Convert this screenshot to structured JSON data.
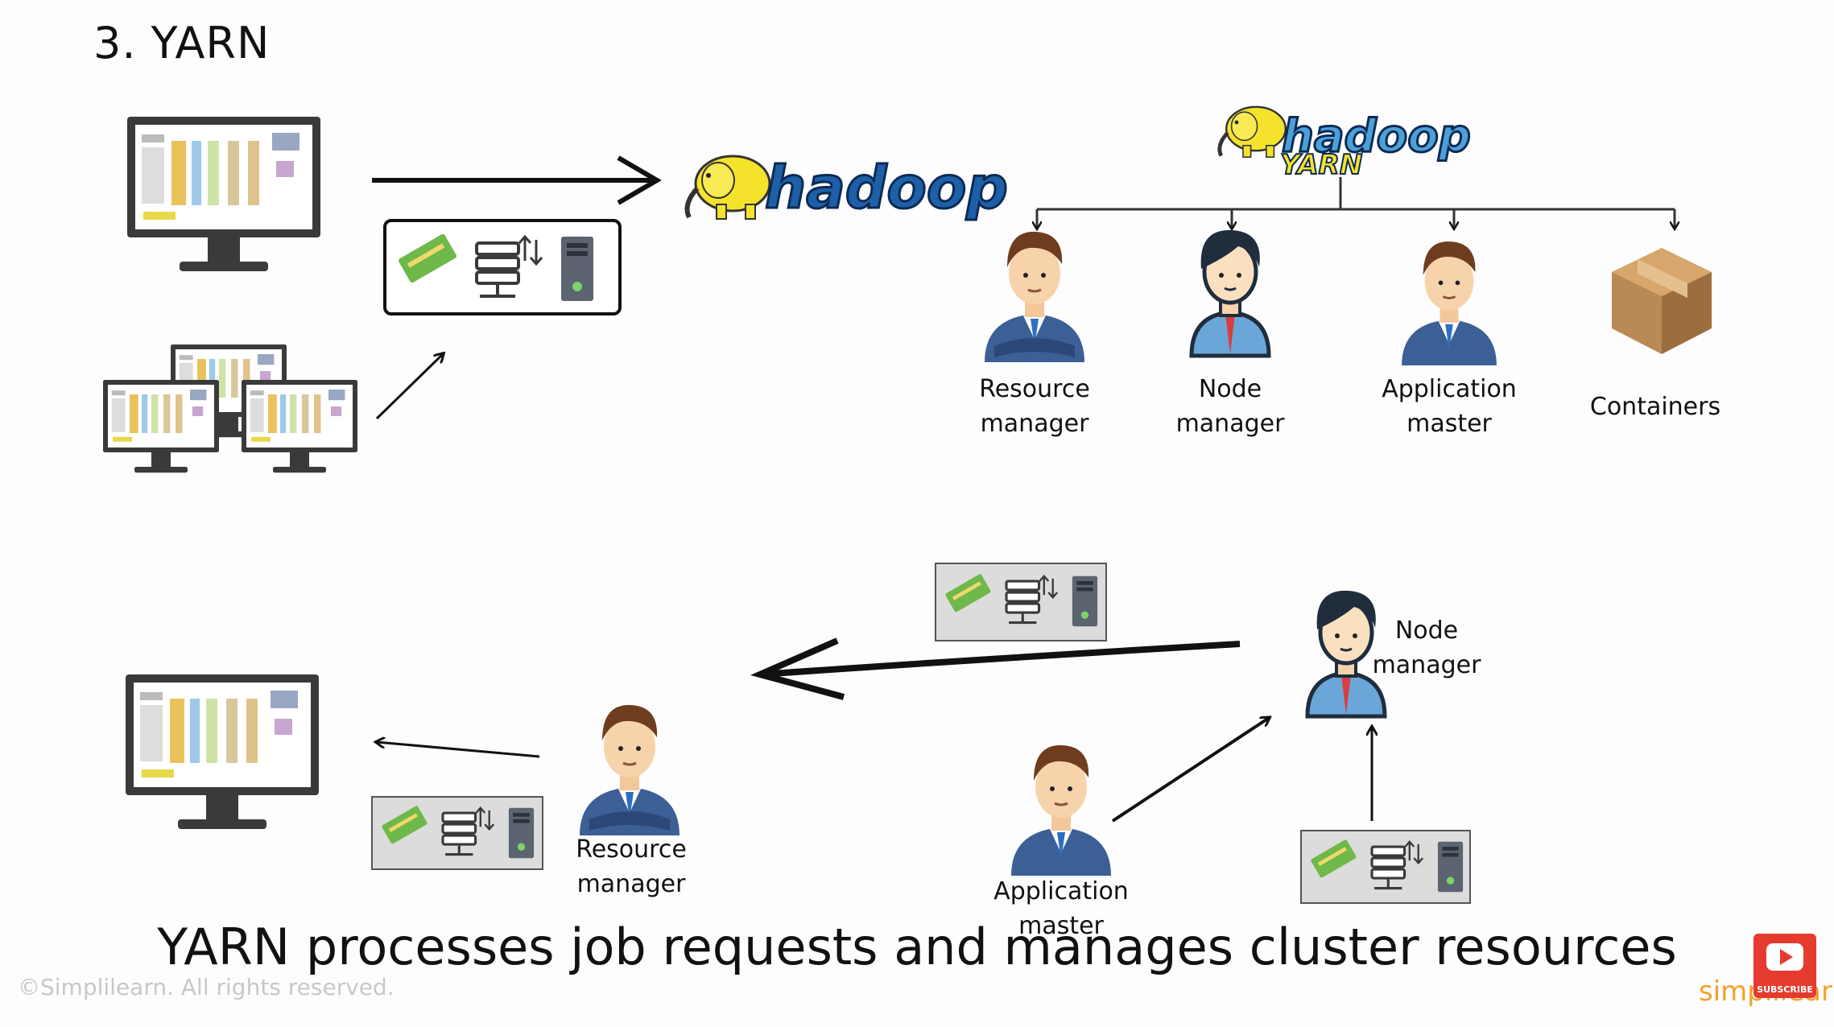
{
  "title": "3. YARN",
  "logos": {
    "hadoop": "hadoop",
    "yarn_top": "hadoop",
    "yarn_bottom": "YARN"
  },
  "components": [
    {
      "line1": "Resource",
      "line2": "manager"
    },
    {
      "line1": "Node",
      "line2": "manager"
    },
    {
      "line1": "Application",
      "line2": "master"
    },
    {
      "line1": "Containers",
      "line2": ""
    }
  ],
  "flow": {
    "resource_manager": {
      "line1": "Resource",
      "line2": "manager"
    },
    "node_manager": {
      "line1": "Node",
      "line2": "manager"
    },
    "application_master": "Application master"
  },
  "caption": "YARN processes job requests and manages cluster resources",
  "copyright": "©Simplilearn. All rights reserved.",
  "brand": "simplilearn",
  "subscribe": "SUBSCRIBE",
  "colors": {
    "hadoop_blue": "#1d5fa8",
    "elephant_yellow": "#f5e32b",
    "suit_blue": "#3c5f95",
    "box_brown": "#b98a55"
  }
}
